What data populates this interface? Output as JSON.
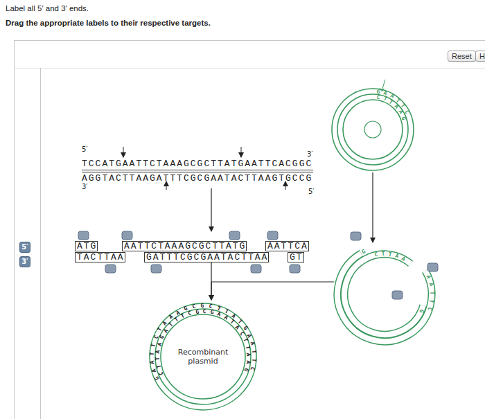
{
  "diagram": {
    "nodes": [
      {
        "text": [
          "Reset"
        ]
      },
      {
        "text": [
          "H"
        ]
      },
      {
        "text": [
          "5′"
        ]
      },
      {
        "text": [
          "3′"
        ]
      },
      {
        "text": [
          "GAATTC",
          "CTTAAG"
        ]
      },
      {
        "text": [
          "ATG"
        ]
      },
      {
        "text": [
          "AATTCTAAAGCGCTTATG"
        ]
      },
      {
        "text": [
          "AATTCA"
        ]
      },
      {
        "text": [
          "TACTTAA"
        ]
      },
      {
        "text": [
          "GATTTCGCGAATACTTAA"
        ]
      },
      {
        "text": [
          "GT"
        ]
      },
      {
        "text": [
          "G",
          "CTTAA",
          "AATTC",
          "G"
        ]
      },
      {
        "text": [
          "GAATTCTAAAGCGCTTATGAATTC",
          "CTTAAGATTTCGCGAATACTTAAG",
          "Recombinant plasmid"
        ]
      }
    ],
    "edges": [
      {
        "from": 4,
        "to": 11,
        "arrow": "to"
      },
      {
        "from": 9,
        "to": 12,
        "arrow": "to"
      },
      {
        "from": 11,
        "to": 12,
        "arrow": "to"
      }
    ],
    "labels": [
      "Label all 5′ and 3′ ends.",
      "Drag the appropriate labels to their respective targets.",
      "5′",
      "3′",
      "TCCATGAATTCTAAAGCGCTTATGAATTCACGGC",
      "AGGTACTTAAGATTTCGCGAATACTTAAGTGCCG",
      "3′",
      "5′"
    ]
  }
}
